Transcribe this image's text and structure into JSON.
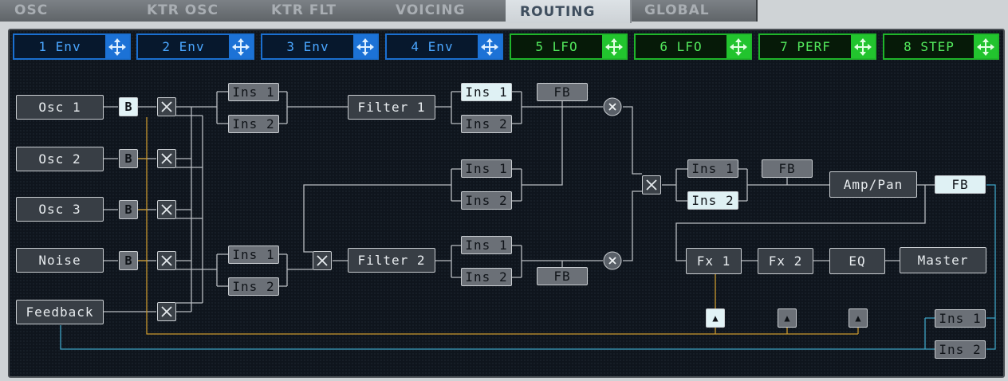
{
  "tabs": [
    {
      "label": "OSC",
      "active": false
    },
    {
      "label": "KTR OSC",
      "active": false
    },
    {
      "label": "KTR FLT",
      "active": false
    },
    {
      "label": "VOICING",
      "active": false
    },
    {
      "label": "ROUTING",
      "active": true
    },
    {
      "label": "GLOBAL",
      "active": false
    }
  ],
  "modulators": [
    {
      "label": "1 Env",
      "kind": "env"
    },
    {
      "label": "2 Env",
      "kind": "env"
    },
    {
      "label": "3 Env",
      "kind": "env"
    },
    {
      "label": "4 Env",
      "kind": "env"
    },
    {
      "label": "5 LFO",
      "kind": "lfo"
    },
    {
      "label": "6 LFO",
      "kind": "lfo"
    },
    {
      "label": "7 PERF",
      "kind": "lfo"
    },
    {
      "label": "8 STEP",
      "kind": "lfo"
    }
  ],
  "sources": [
    {
      "label": "Osc 1",
      "bypass": "B",
      "bypass_lit": true
    },
    {
      "label": "Osc 2",
      "bypass": "B",
      "bypass_lit": false
    },
    {
      "label": "Osc 3",
      "bypass": "B",
      "bypass_lit": false
    },
    {
      "label": "Noise",
      "bypass": "B",
      "bypass_lit": false
    },
    {
      "label": "Feedback"
    }
  ],
  "filter1": {
    "label": "Filter 1",
    "pre_ins1": "Ins 1",
    "pre_ins2": "Ins 2",
    "post_ins1": "Ins 1",
    "post_ins2": "Ins 2",
    "fb": "FB"
  },
  "filter2": {
    "label": "Filter 2",
    "pre_ins1": "Ins 1",
    "pre_ins2": "Ins 2",
    "post_ins1": "Ins 1",
    "post_ins2": "Ins 2",
    "fb": "FB"
  },
  "parallel": {
    "ins1": "Ins 1",
    "ins2": "Ins 2"
  },
  "amp": {
    "label": "Amp/Pan",
    "ins1": "Ins 1",
    "ins2": "Ins 2",
    "fb_mid": "FB",
    "fb_out": "FB"
  },
  "fx_chain": [
    "Fx 1",
    "Fx 2",
    "EQ",
    "Master"
  ],
  "send": {
    "ins1": "Ins 1",
    "ins2": "Ins 2"
  },
  "triggers": [
    "▲",
    "▲",
    "▲"
  ],
  "colors": {
    "env": "#1a6fd0",
    "lfo": "#1fb62a",
    "wire": "#b9bdc1",
    "gold": "#c9992e",
    "blue": "#3fa4c6"
  }
}
